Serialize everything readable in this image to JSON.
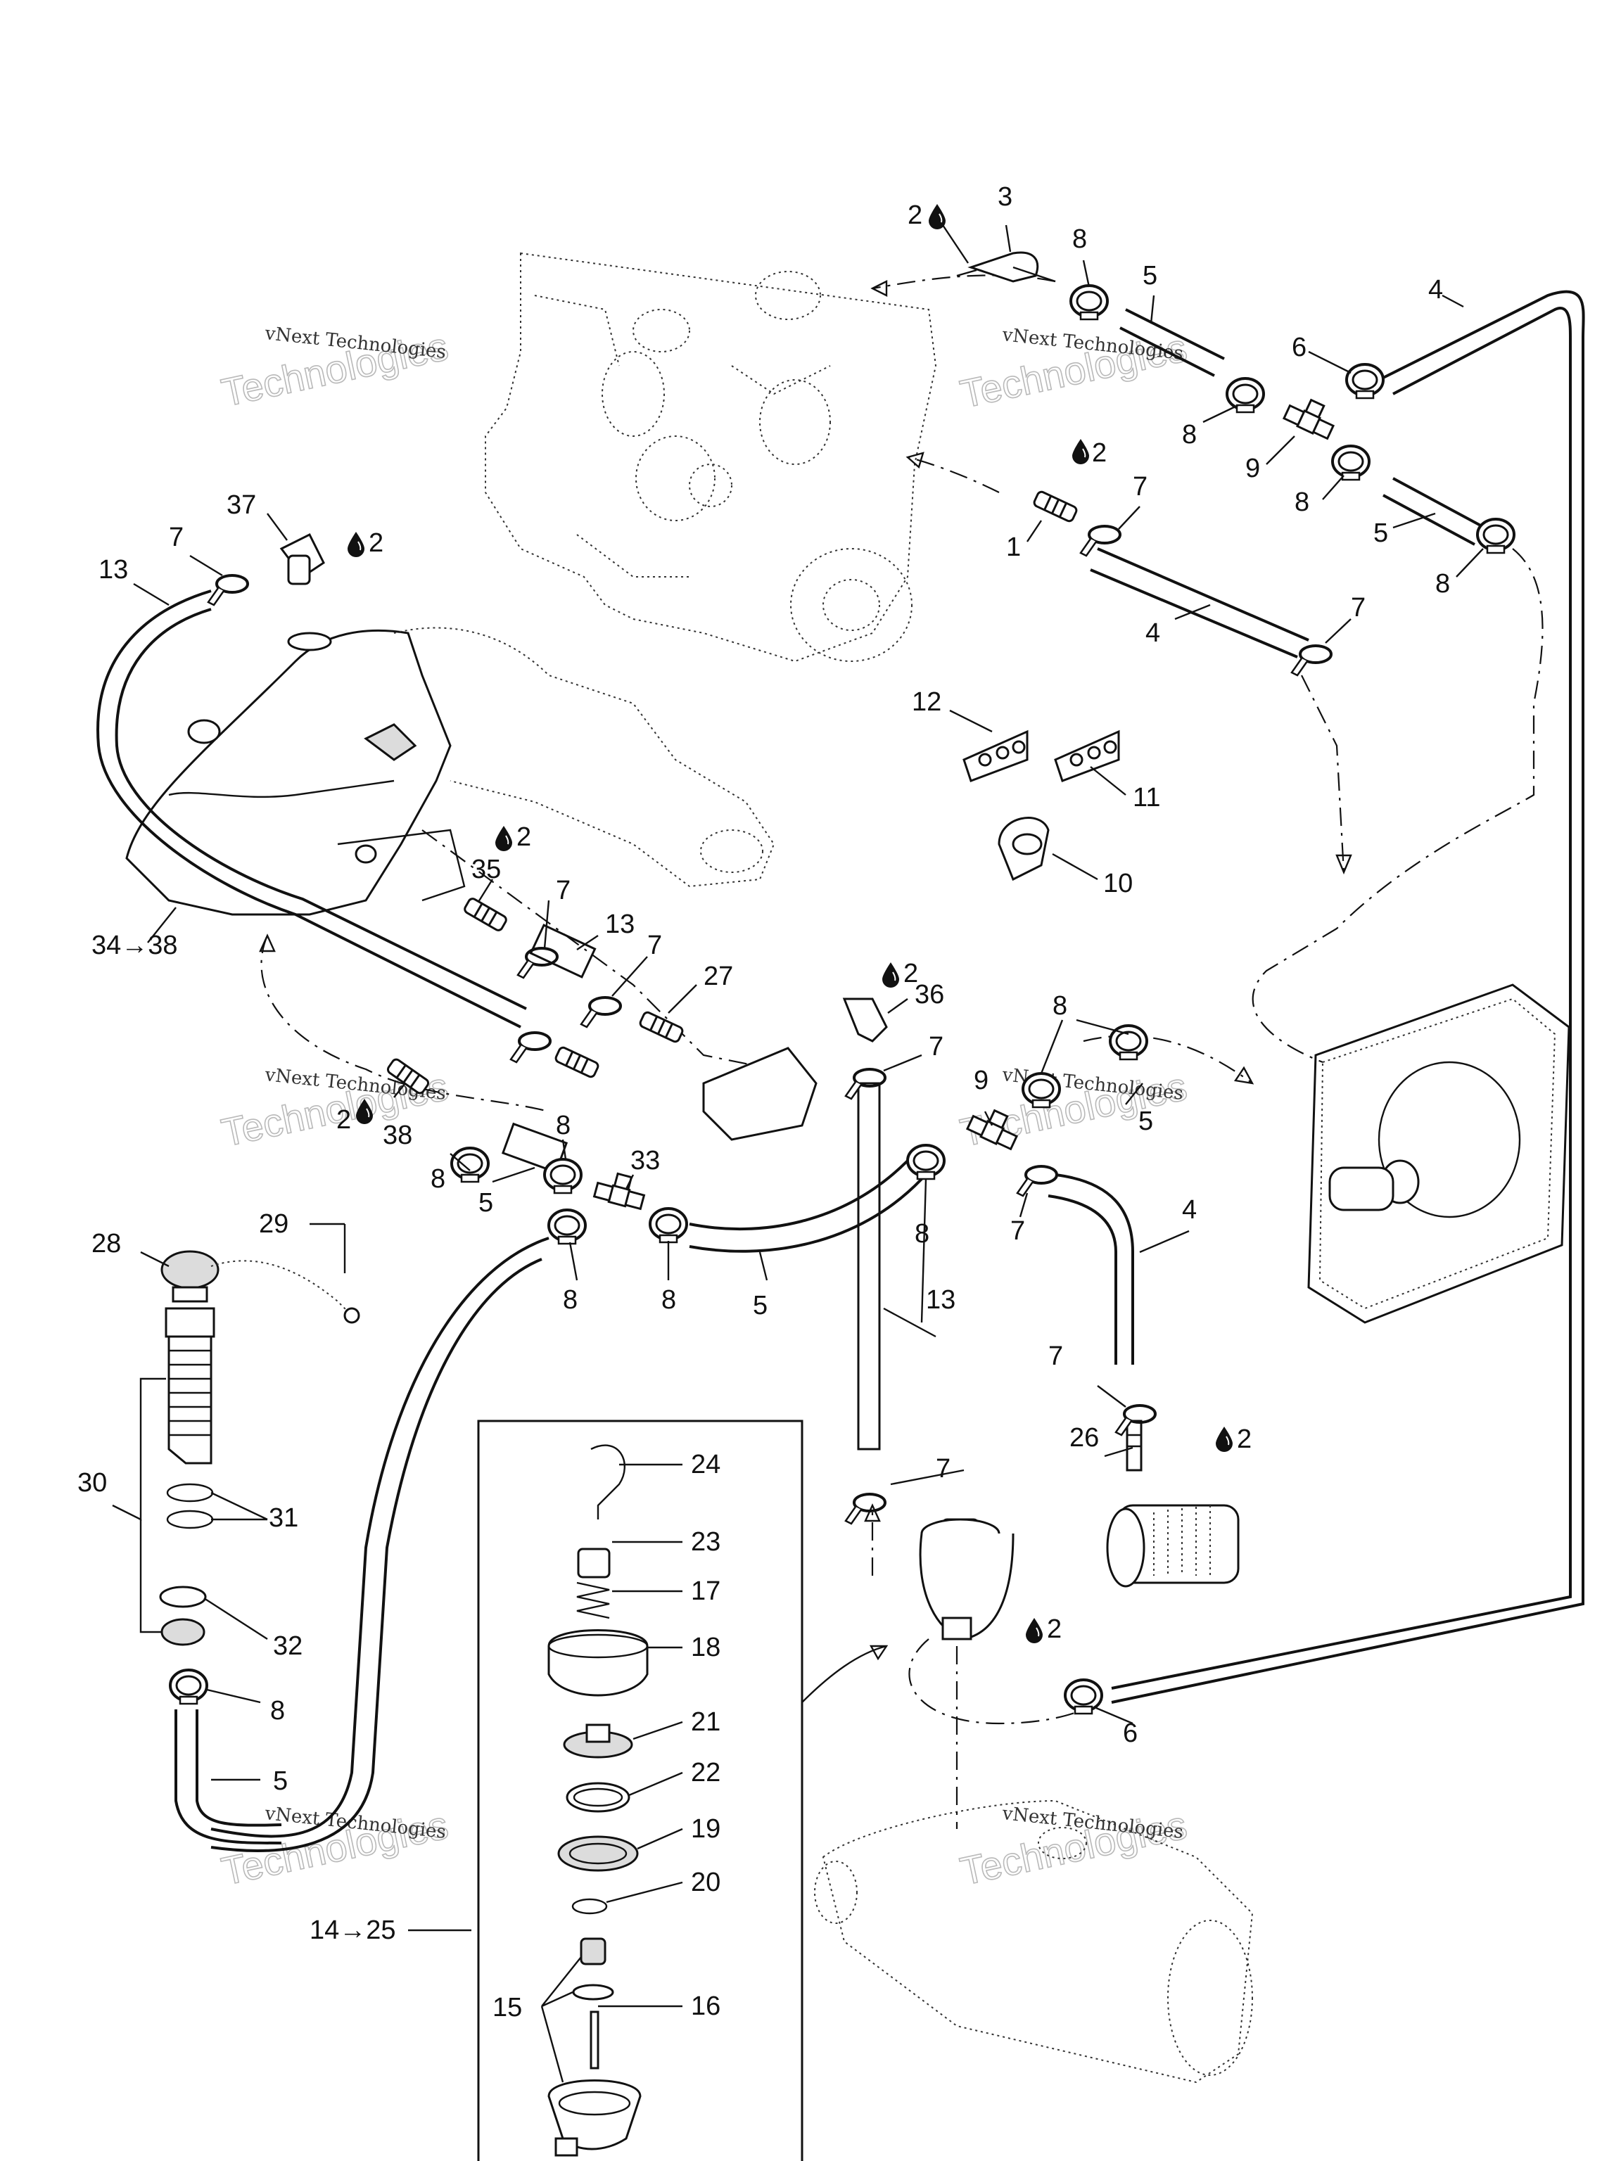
{
  "watermarks": [
    {
      "line1": "vNext Technologies",
      "line2": "Technologies"
    },
    {
      "line1": "vNext Technologies",
      "line2": "Technologies"
    },
    {
      "line1": "vNext Technologies",
      "line2": "Technologies"
    },
    {
      "line1": "vNext Technologies",
      "line2": "Technologies"
    },
    {
      "line1": "vNext Technologies",
      "line2": "Technologies"
    },
    {
      "line1": "vNext Technologies",
      "line2": "Technologies"
    }
  ],
  "callouts": {
    "c3": "3",
    "c2_top": "2",
    "c8_top": "8",
    "c5_top": "5",
    "c4_top": "4",
    "c6_top": "6",
    "c8_r1": "8",
    "c9_top": "9",
    "c8_r2": "8",
    "c5_r": "5",
    "c8_r3": "8",
    "c2_fit1": "2",
    "c7_a": "7",
    "c1": "1",
    "c4_mid": "4",
    "c7_b": "7",
    "c37": "37",
    "c2_37": "2",
    "c7_37": "7",
    "c13_left": "13",
    "c12": "12",
    "c11": "11",
    "c10": "10",
    "c2_35": "2",
    "c35": "35",
    "c7_35": "7",
    "c13_mid": "13",
    "c7_m2": "7",
    "c27": "27",
    "c34_38": "34→38",
    "c2_36": "2",
    "c36": "36",
    "c7_36": "7",
    "c8_pair": "8",
    "c9_mid": "9",
    "c5_mid": "5",
    "c2_38": "2",
    "c38": "38",
    "c8_l1": "8",
    "c8_l2": "8",
    "c5_l": "5",
    "c33": "33",
    "c8_l3": "8",
    "c8_l4": "8",
    "c5_l2": "5",
    "c8_l5": "8",
    "c13_v": "13",
    "c7_v1": "7",
    "c4_r": "4",
    "c7_r2": "7",
    "c28": "28",
    "c29": "29",
    "c30": "30",
    "c31": "31",
    "c32": "32",
    "c8_f": "8",
    "c5_f": "5",
    "c24": "24",
    "c23": "23",
    "c17": "17",
    "c18": "18",
    "c21": "21",
    "c22": "22",
    "c19": "19",
    "c20": "20",
    "c14_25": "14→25",
    "c15": "15",
    "c16": "16",
    "c7_v2": "7",
    "c26": "26",
    "c2_26": "2",
    "c2_tank": "2",
    "c6_bot": "6"
  },
  "icons": [
    "oil-drop-icon"
  ]
}
